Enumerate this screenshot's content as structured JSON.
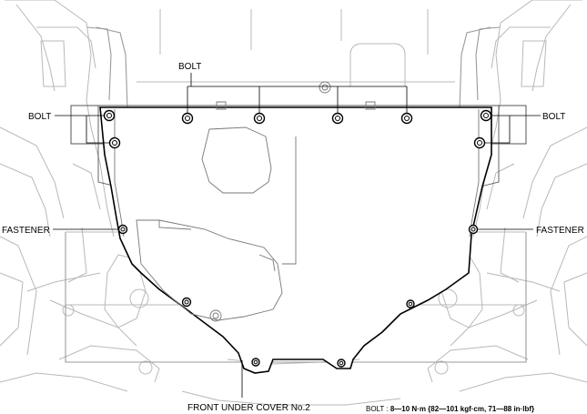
{
  "labels": {
    "bolt_top": "BOLT",
    "bolt_left": "BOLT",
    "bolt_right": "BOLT",
    "fastener_left": "FASTENER",
    "fastener_right": "FASTENER",
    "part_name": "FRONT UNDER COVER No.2",
    "torque_prefix": "BOLT : ",
    "torque_value": "8—10 N·m {82—101 kgf·cm, 71—88 in·lbf}"
  },
  "icons": {
    "bolt": "bolt-icon",
    "fastener": "fastener-icon"
  }
}
